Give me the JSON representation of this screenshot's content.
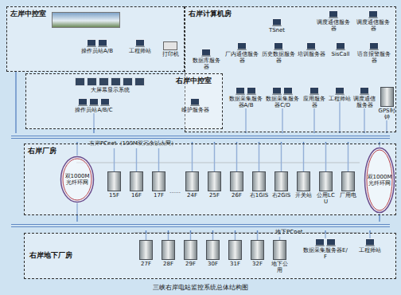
{
  "diagram": {
    "caption": "三峡右岸电站监控系统总体结构图",
    "nodes": [
      {
        "text": [
          "左岸中控室"
        ]
      },
      {
        "text": [
          "操作员站A/B"
        ],
        "in": 0
      },
      {
        "text": [
          "工程师站"
        ],
        "in": 0
      },
      {
        "text": [
          "打印机"
        ],
        "in": 0
      },
      {
        "text": [
          "右岸计算机房"
        ]
      },
      {
        "text": [
          "TSnet"
        ],
        "in": 4
      },
      {
        "text": [
          "调度通信服务器"
        ],
        "in": 4
      },
      {
        "text": [
          "调度通信服务器"
        ],
        "in": 4
      },
      {
        "text": [
          "数据库服务器"
        ],
        "in": 4
      },
      {
        "text": [
          "厂内通信服务器"
        ],
        "in": 4
      },
      {
        "text": [
          "历史数据服务器"
        ],
        "in": 4
      },
      {
        "text": [
          "培训服务器"
        ],
        "in": 4
      },
      {
        "text": [
          "SisCall"
        ],
        "in": 4
      },
      {
        "text": [
          "语音报警服务器"
        ],
        "in": 4
      },
      {
        "text": [
          "数据采集服务器A/B"
        ],
        "in": 4
      },
      {
        "text": [
          "数据采集服务器C/D"
        ],
        "in": 4
      },
      {
        "text": [
          "应用服务器"
        ],
        "in": 4
      },
      {
        "text": [
          "工程师站"
        ],
        "in": 4
      },
      {
        "text": [
          "调度通信服务器"
        ],
        "in": 4
      },
      {
        "text": [
          "GPS时钟"
        ],
        "in": 4
      },
      {
        "text": [
          "右岸中控室"
        ]
      },
      {
        "text": [
          "大屏幕显示系统"
        ],
        "in": 20
      },
      {
        "text": [
          "操作员站A/B/C"
        ],
        "in": 20
      },
      {
        "text": [
          "维护服务器"
        ],
        "in": 20
      },
      {
        "text": [
          "右岸PCnet（100M双冗余以太网）"
        ]
      },
      {
        "text": [
          "右岸厂房"
        ]
      },
      {
        "text": [
          "双1000M光纤环网"
        ],
        "in": 25
      },
      {
        "text": [
          "15F"
        ],
        "in": 25
      },
      {
        "text": [
          "16F"
        ],
        "in": 25
      },
      {
        "text": [
          "17F"
        ],
        "in": 25
      },
      {
        "text": [
          "24F"
        ],
        "in": 25
      },
      {
        "text": [
          "25F"
        ],
        "in": 25
      },
      {
        "text": [
          "26F"
        ],
        "in": 25
      },
      {
        "text": [
          "右1GIS"
        ],
        "in": 25
      },
      {
        "text": [
          "右2GIS"
        ],
        "in": 25
      },
      {
        "text": [
          "开关站"
        ],
        "in": 25
      },
      {
        "text": [
          "公用LCU"
        ],
        "in": 25
      },
      {
        "text": [
          "厂用电"
        ],
        "in": 25
      },
      {
        "text": [
          "双1000M光纤环网"
        ],
        "in": 25
      },
      {
        "text": [
          "地下PCnet"
        ]
      },
      {
        "text": [
          "右岸地下厂房"
        ]
      },
      {
        "text": [
          "27F"
        ],
        "in": 40
      },
      {
        "text": [
          "28F"
        ],
        "in": 40
      },
      {
        "text": [
          "29F"
        ],
        "in": 40
      },
      {
        "text": [
          "30F"
        ],
        "in": 40
      },
      {
        "text": [
          "31F"
        ],
        "in": 40
      },
      {
        "text": [
          "32F"
        ],
        "in": 40
      },
      {
        "text": [
          "地下公用"
        ],
        "in": 40
      },
      {
        "text": [
          "数据采集服务器E/F"
        ],
        "in": 40
      },
      {
        "text": [
          "工程师站"
        ],
        "in": 40
      }
    ],
    "edges": [
      {
        "from": 27,
        "to": 24,
        "arrow": "none"
      },
      {
        "from": 28,
        "to": 24,
        "arrow": "none"
      },
      {
        "from": 29,
        "to": 24,
        "arrow": "none"
      },
      {
        "from": 30,
        "to": 24,
        "arrow": "none"
      },
      {
        "from": 31,
        "to": 24,
        "arrow": "none"
      },
      {
        "from": 32,
        "to": 24,
        "arrow": "none"
      },
      {
        "from": 33,
        "to": 24,
        "arrow": "none"
      },
      {
        "from": 34,
        "to": 24,
        "arrow": "none"
      },
      {
        "from": 35,
        "to": 24,
        "arrow": "none"
      },
      {
        "from": 36,
        "to": 24,
        "arrow": "none"
      },
      {
        "from": 37,
        "to": 24,
        "arrow": "none"
      },
      {
        "from": 14,
        "to": 24,
        "arrow": "none"
      },
      {
        "from": 15,
        "to": 24,
        "arrow": "none"
      },
      {
        "from": 16,
        "to": 24,
        "arrow": "none"
      },
      {
        "from": 17,
        "to": 24,
        "arrow": "none"
      },
      {
        "from": 18,
        "to": 24,
        "arrow": "none"
      },
      {
        "from": 19,
        "to": 24,
        "arrow": "none"
      },
      {
        "from": 22,
        "to": 24,
        "arrow": "none"
      },
      {
        "from": 0,
        "to": 24,
        "arrow": "none"
      },
      {
        "from": 26,
        "to": 24,
        "arrow": "none"
      },
      {
        "from": 26,
        "to": 39,
        "arrow": "none"
      },
      {
        "from": 38,
        "to": 24,
        "arrow": "none"
      },
      {
        "from": 38,
        "to": 39,
        "arrow": "none"
      },
      {
        "from": 41,
        "to": 39,
        "arrow": "none"
      },
      {
        "from": 42,
        "to": 39,
        "arrow": "none"
      },
      {
        "from": 43,
        "to": 39,
        "arrow": "none"
      },
      {
        "from": 44,
        "to": 39,
        "arrow": "none"
      },
      {
        "from": 45,
        "to": 39,
        "arrow": "none"
      },
      {
        "from": 46,
        "to": 39,
        "arrow": "none"
      },
      {
        "from": 47,
        "to": 39,
        "arrow": "none"
      },
      {
        "from": 48,
        "to": 39,
        "arrow": "none"
      },
      {
        "from": 49,
        "to": 39,
        "arrow": "none"
      }
    ],
    "labels": [
      "……"
    ]
  }
}
